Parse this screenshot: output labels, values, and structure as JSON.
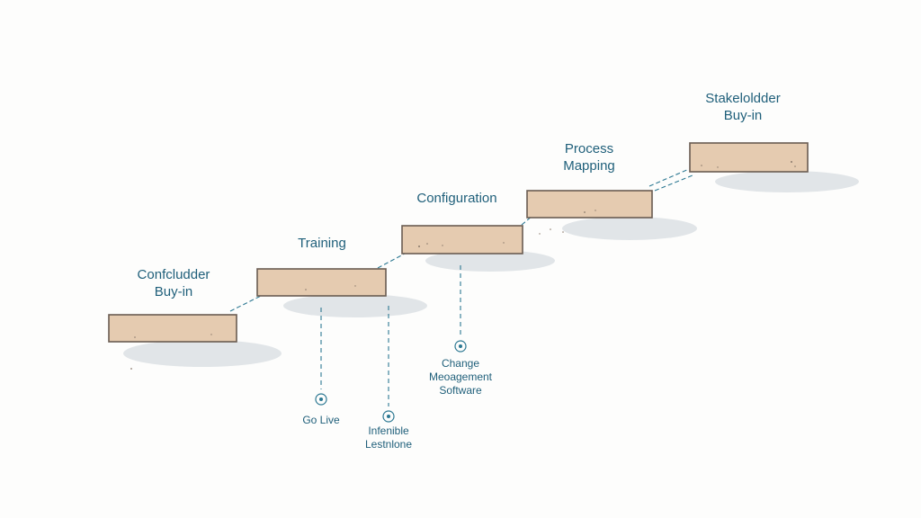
{
  "steps": [
    {
      "label": "Confcludder\nBuy-in"
    },
    {
      "label": "Training"
    },
    {
      "label": "Configuration"
    },
    {
      "label": "Process\nMapping"
    },
    {
      "label": "Stakeloldder\nBuy-in"
    }
  ],
  "milestones": [
    {
      "label": "Go Live"
    },
    {
      "label": "Infenible\nLestnlone"
    },
    {
      "label": "Change\nMeoagement\nSoftware"
    }
  ],
  "colors": {
    "block_fill": "#e5cbb0",
    "block_stroke": "#6a5c52",
    "shadow": "#dfe3e6",
    "accent": "#2c7892",
    "text": "#1f5f7a"
  }
}
